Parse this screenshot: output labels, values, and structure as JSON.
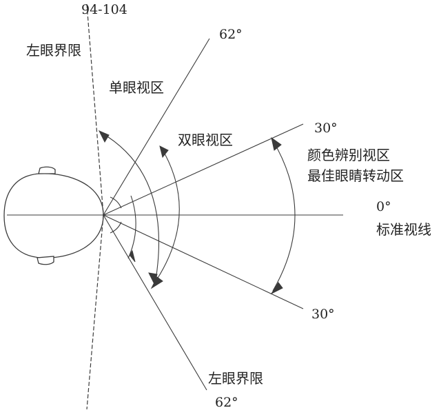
{
  "labels": {
    "top_range": "94-104",
    "left_limit_top": "左眼界限",
    "monocular_zone": "单眼视区",
    "binocular_zone": "双眼视区",
    "color_zone_line1": "颜色辨别视区",
    "color_zone_line2": "最佳眼睛转动区",
    "standard_line": "标准视线",
    "left_limit_bottom": "左眼界限"
  },
  "angles": {
    "upper_62": "62°",
    "upper_30": "30°",
    "zero": "0°",
    "lower_30": "30°",
    "lower_62": "62°"
  }
}
